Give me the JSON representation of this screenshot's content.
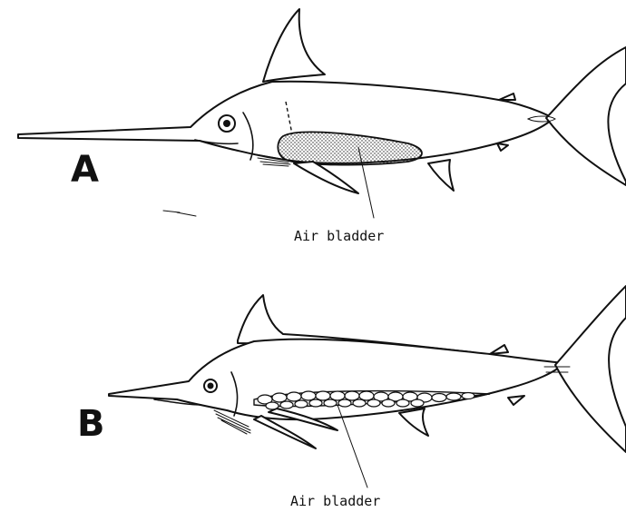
{
  "panels": [
    {
      "letter": "A",
      "label": "Air bladder"
    },
    {
      "letter": "B",
      "label": "Air bladder"
    }
  ],
  "icons": [
    "swordfish-outline-icon",
    "marlin-outline-icon"
  ]
}
